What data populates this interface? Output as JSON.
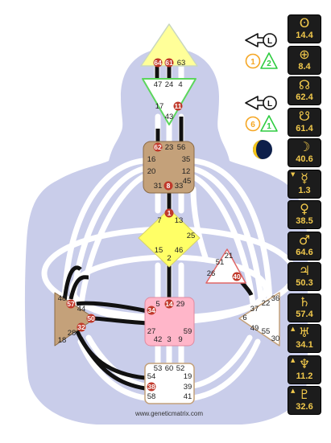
{
  "website": "www.geneticmatrix.com",
  "centers": {
    "head": {
      "gates": [
        "64",
        "61",
        "63"
      ]
    },
    "ajna": {
      "gates": [
        "47",
        "24",
        "4",
        "17",
        "11",
        "43"
      ]
    },
    "throat": {
      "gates": [
        "62",
        "23",
        "56",
        "16",
        "35",
        "20",
        "12",
        "31",
        "8",
        "33",
        "45"
      ]
    },
    "g": {
      "gates": [
        "1",
        "7",
        "13",
        "25",
        "15",
        "46",
        "2"
      ]
    },
    "heart": {
      "gates": [
        "21",
        "51",
        "26",
        "40"
      ]
    },
    "sacral": {
      "gates": [
        "5",
        "14",
        "29",
        "34",
        "27",
        "59",
        "42",
        "3",
        "9"
      ]
    },
    "spleen": {
      "gates": [
        "48",
        "57",
        "44",
        "50",
        "32",
        "28",
        "18"
      ]
    },
    "solar": {
      "gates": [
        "36",
        "22",
        "37",
        "6",
        "49",
        "55",
        "30"
      ]
    },
    "root": {
      "gates": [
        "53",
        "60",
        "52",
        "54",
        "19",
        "38",
        "39",
        "58",
        "41"
      ]
    }
  },
  "variables": {
    "top": {
      "left_numbers": [
        "1",
        "2"
      ],
      "colors": [
        "#f5a623",
        "#2ecc40"
      ]
    },
    "bottom": {
      "left_numbers": [
        "6",
        "1"
      ],
      "colors": [
        "#f5a623",
        "#2ecc40"
      ]
    },
    "arrow_label": "L"
  },
  "planets": [
    {
      "name": "sun-icon",
      "symbol": "ʘ",
      "value": "14.4",
      "mark": ""
    },
    {
      "name": "earth-icon",
      "symbol": "⊕",
      "value": "8.4",
      "mark": ""
    },
    {
      "name": "north-node-icon",
      "symbol": "☊",
      "value": "62.4",
      "mark": ""
    },
    {
      "name": "south-node-icon",
      "symbol": "☋",
      "value": "61.4",
      "mark": ""
    },
    {
      "name": "moon-icon",
      "symbol": "☽",
      "value": "40.6",
      "mark": ""
    },
    {
      "name": "mercury-icon",
      "symbol": "☿",
      "value": "1.3",
      "mark": "▼"
    },
    {
      "name": "venus-icon",
      "symbol": "♀",
      "value": "38.5",
      "mark": ""
    },
    {
      "name": "mars-icon",
      "symbol": "♂",
      "value": "64.6",
      "mark": ""
    },
    {
      "name": "jupiter-icon",
      "symbol": "♃",
      "value": "50.3",
      "mark": ""
    },
    {
      "name": "saturn-icon",
      "symbol": "♄",
      "value": "57.4",
      "mark": ""
    },
    {
      "name": "uranus-icon",
      "symbol": "♅",
      "value": "34.1",
      "mark": "▲"
    },
    {
      "name": "neptune-icon",
      "symbol": "♆",
      "value": "11.2",
      "mark": "▲"
    },
    {
      "name": "pluto-icon",
      "symbol": "♇",
      "value": "32.6",
      "mark": "▲"
    }
  ]
}
